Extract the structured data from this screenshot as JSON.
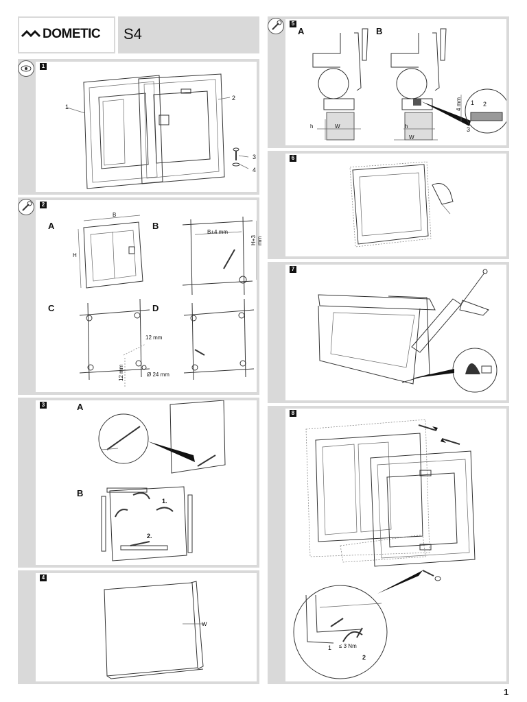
{
  "header": {
    "brand": "DOMETIC",
    "model": "S4"
  },
  "page_number": "1",
  "steps": [
    {
      "number": "1",
      "icon": "eye-icon",
      "callouts": [
        "1",
        "2",
        "3",
        "4"
      ]
    },
    {
      "number": "2",
      "icon": "wrench-icon",
      "sub_labels": [
        "A",
        "B",
        "C",
        "D"
      ],
      "dims": {
        "b": "B",
        "h": "H",
        "b_plus": "B+4 mm",
        "h_plus": "H+3 mm",
        "mm12_a": "12 mm",
        "mm12_b": "12 mm",
        "dia": "Ø 24 mm"
      }
    },
    {
      "number": "3",
      "sub_labels": [
        "A",
        "B"
      ],
      "callouts": [
        "1.",
        "2."
      ]
    },
    {
      "number": "4",
      "dims": {
        "w": "W"
      }
    },
    {
      "number": "5",
      "icon": "wrench-icon",
      "sub_labels": [
        "A",
        "B"
      ],
      "dims": {
        "h_a": "h",
        "w_a": "W",
        "h_b": "h",
        "w_b": "W",
        "mm4": "4 mm"
      },
      "callouts": [
        "1",
        "2",
        "3"
      ]
    },
    {
      "number": "6"
    },
    {
      "number": "7"
    },
    {
      "number": "8",
      "callouts": [
        "1",
        "2"
      ],
      "torque": "≤ 3 Nm"
    }
  ]
}
